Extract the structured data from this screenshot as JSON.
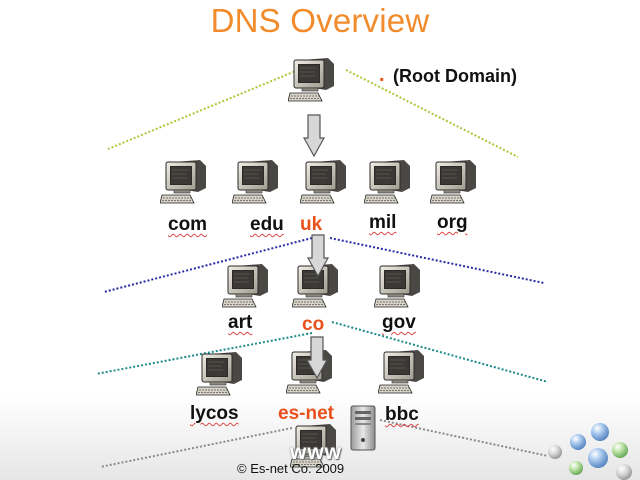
{
  "slide": {
    "title": "DNS Overview",
    "root": {
      "dot": ".",
      "label": "(Root Domain)"
    },
    "tld_level": [
      "com",
      "edu",
      "uk",
      "mil",
      "org"
    ],
    "uk_level": [
      "art",
      "co",
      "gov"
    ],
    "co_level": [
      "lycos",
      "es-net",
      "bbc"
    ],
    "host": "www",
    "copyright": "© Es-net Co. 2009",
    "highlight_color": "#e8501c",
    "title_color": "#f28b2c"
  }
}
